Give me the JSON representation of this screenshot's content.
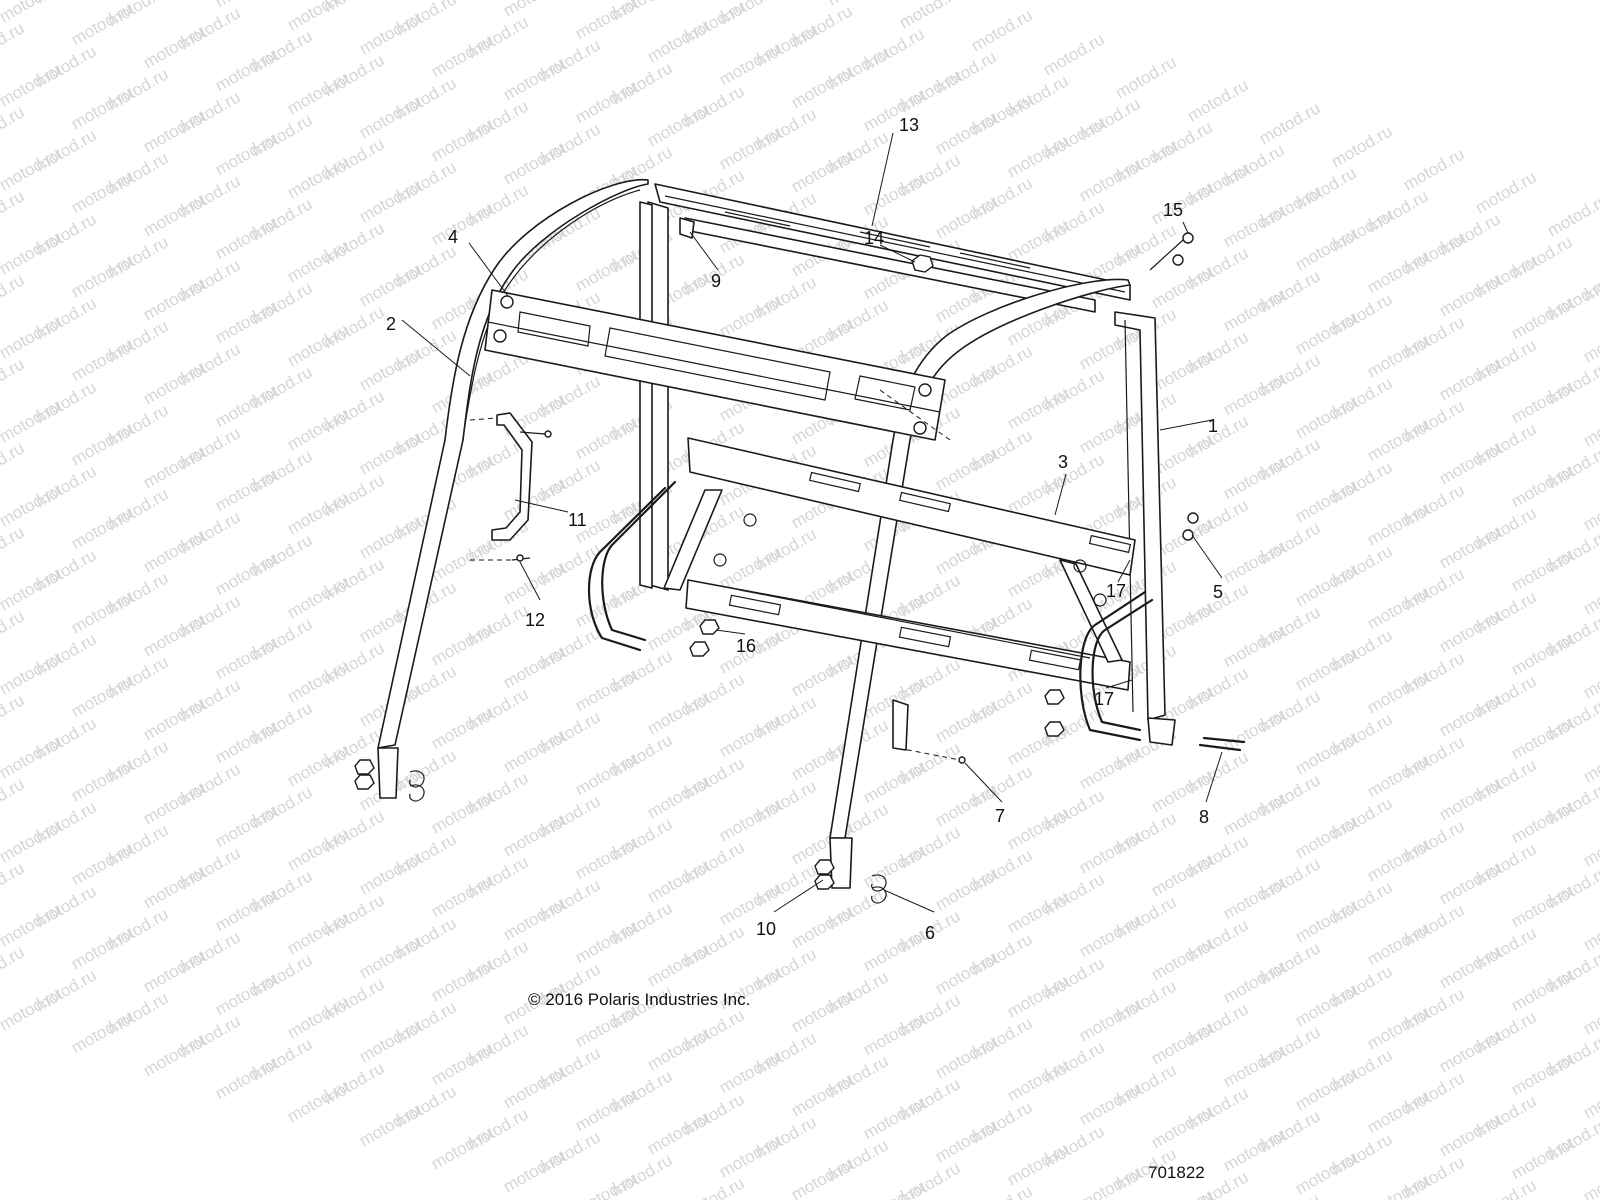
{
  "watermark": {
    "text": "motod.ru",
    "color": "#d6d6d6"
  },
  "callouts": [
    {
      "id": "1",
      "label": "1"
    },
    {
      "id": "2",
      "label": "2"
    },
    {
      "id": "3",
      "label": "3"
    },
    {
      "id": "4",
      "label": "4"
    },
    {
      "id": "5",
      "label": "5"
    },
    {
      "id": "6",
      "label": "6"
    },
    {
      "id": "7",
      "label": "7"
    },
    {
      "id": "8",
      "label": "8"
    },
    {
      "id": "9",
      "label": "9"
    },
    {
      "id": "10",
      "label": "10"
    },
    {
      "id": "11",
      "label": "11"
    },
    {
      "id": "12",
      "label": "12"
    },
    {
      "id": "13",
      "label": "13"
    },
    {
      "id": "14",
      "label": "14"
    },
    {
      "id": "15",
      "label": "15"
    },
    {
      "id": "16",
      "label": "16"
    },
    {
      "id": "17a",
      "label": "17"
    },
    {
      "id": "17b",
      "label": "17"
    }
  ],
  "copyright": "© 2016 Polaris Industries Inc.",
  "document_number": "701822"
}
